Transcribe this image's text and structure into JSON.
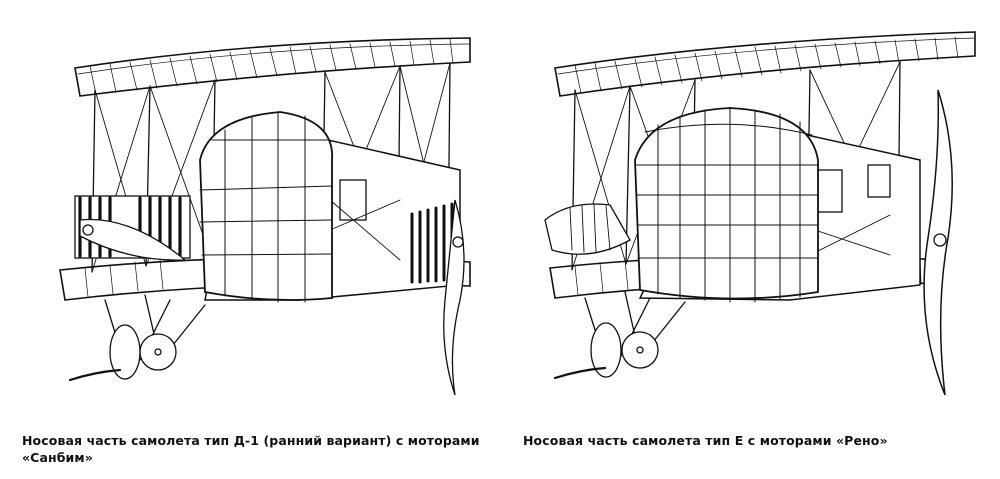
{
  "figures": [
    {
      "caption_line1": "Носовая часть самолета тип Д-1 (ранний вариант) с моторами",
      "caption_line2": "«Санбим»"
    },
    {
      "caption_line1": "Носовая часть самолета тип Е с моторами «Рено»"
    }
  ]
}
